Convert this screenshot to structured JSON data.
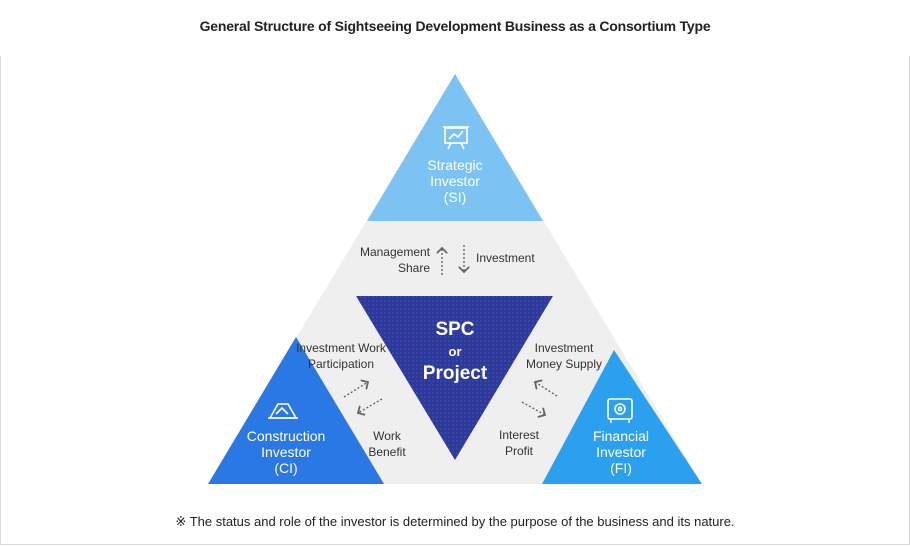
{
  "title": "General Structure of Sightseeing Development Business as a Consortium Type",
  "footnote": "※ The status and role of the investor is determined by the purpose of the business and its nature.",
  "center": {
    "line1": "SPC",
    "line2": "or",
    "line3": "Project"
  },
  "nodes": {
    "strategic": {
      "line1": "Strategic",
      "line2": "Investor",
      "line3": "(SI)",
      "icon": "presentation-board-icon"
    },
    "construction": {
      "line1": "Construction",
      "line2": "Investor",
      "line3": "(CI)",
      "icon": "construction-icon"
    },
    "financial": {
      "line1": "Financial",
      "line2": "Investor",
      "line3": "(FI)",
      "icon": "safe-icon"
    }
  },
  "flows": {
    "top_left": {
      "line1": "Management",
      "line2": "Share"
    },
    "top_right": "Investment",
    "left_top": {
      "line1": "Investment Work",
      "line2": "Participation"
    },
    "left_bottom": {
      "line1": "Work",
      "line2": "Benefit"
    },
    "right_top": {
      "line1": "Investment",
      "line2": "Money Supply"
    },
    "right_bottom": {
      "line1": "Interest",
      "line2": "Profit"
    }
  },
  "colors": {
    "strategic": "#7cc3f4",
    "construction": "#2a78e4",
    "financial": "#2ba0ee",
    "center": "#2e3a9a",
    "background_triangle": "#efefef"
  }
}
